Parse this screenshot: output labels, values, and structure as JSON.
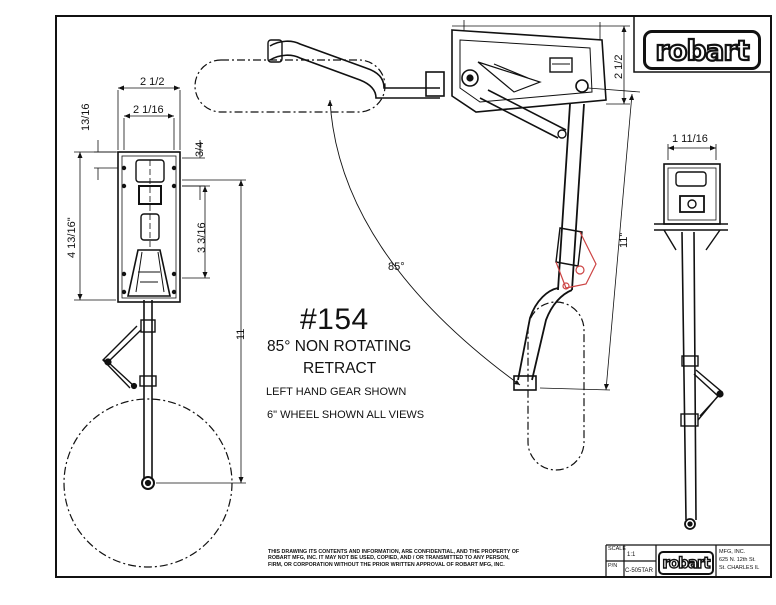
{
  "drawing": {
    "part_number": "#154",
    "title_line1": "85° NON ROTATING",
    "title_line2": "RETRACT",
    "note1": "LEFT HAND GEAR SHOWN",
    "note2": "6\" WHEEL SHOWN ALL VIEWS",
    "brand": "robart",
    "legal_line1": "THIS DRAWING ITS CONTENTS AND INFORMATION, ARE CONFIDENTIAL, AND THE PROPERTY OF",
    "legal_line2": "ROBART MFG, INC. IT MAY NOT BE USED, COPIED, AND / OR TRANSMITTED TO ANY PERSON,",
    "legal_line3": "FIRM, OR CORPORATION WITHOUT THE PRIOR WRITTEN APPROVAL OF ROBART MFG, INC."
  },
  "dimensions": {
    "width_2_half": "2 1/2",
    "width_2_1_16": "2 1/16",
    "d_13_16": "13/16",
    "d_3_4": "3/4",
    "d_4_13_16": "4 13/16\"",
    "d_3_3_16": "3 3/16",
    "d_11_front": "11",
    "angle_85": "85°",
    "d_11_side": "11\"",
    "d_2_half_side": "2 1/2",
    "d_1_11_16": "1 11/16"
  },
  "title_block": {
    "scale_label": "SCALE",
    "scale_value": "1:1",
    "part_label": "P/N",
    "part_value": "C-505TAR",
    "company_line1": "MFG, INC.",
    "company_line2": "625 N. 12th St.",
    "company_line3": "St. CHARLES IL"
  }
}
